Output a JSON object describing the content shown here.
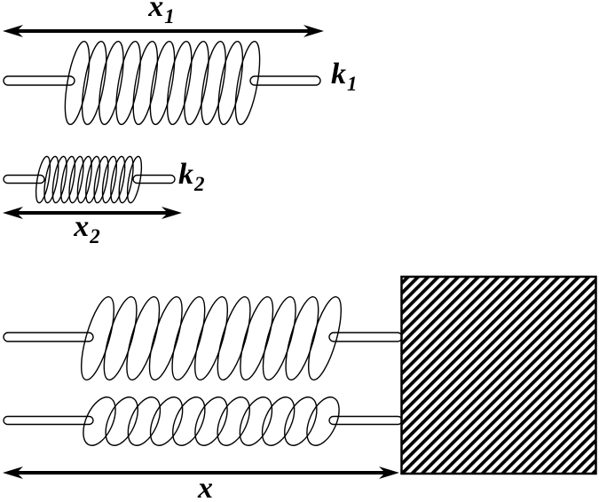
{
  "figure": {
    "background_color": "#ffffff",
    "ink_color": "#000000",
    "labels": {
      "x1": {
        "base": "x",
        "sub": "1"
      },
      "k1": {
        "base": "k",
        "sub": "1"
      },
      "k2": {
        "base": "k",
        "sub": "2"
      },
      "x2": {
        "base": "x",
        "sub": "2"
      },
      "x": {
        "base": "x",
        "sub": ""
      }
    }
  }
}
